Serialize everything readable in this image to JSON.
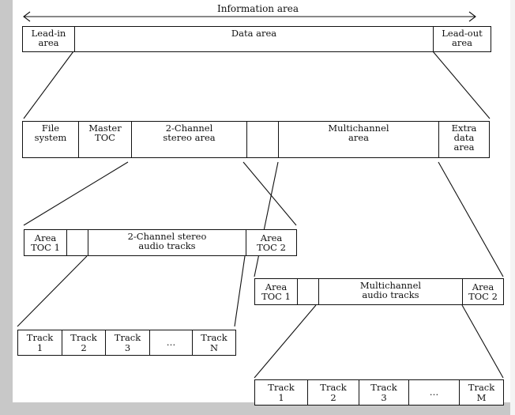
{
  "title": "Information area",
  "rows": {
    "disc": [
      "Lead-in\narea",
      "Data area",
      "Lead-out\narea"
    ],
    "data": [
      "File\nsystem",
      "Master\nTOC",
      "2-Channel\nstereo area",
      "",
      "Multichannel\narea",
      "Extra\ndata\narea"
    ],
    "stereo": [
      "Area\nTOC 1",
      "",
      "2-Channel stereo\naudio tracks",
      "Area\nTOC 2"
    ],
    "multi": [
      "Area\nTOC 1",
      "",
      "Multichannel\naudio tracks",
      "Area\nTOC 2"
    ],
    "stereo_tracks": [
      "Track\n1",
      "Track\n2",
      "Track\n3",
      "…",
      "Track\nN"
    ],
    "multi_tracks": [
      "Track\n1",
      "Track\n2",
      "Track\n3",
      "…",
      "Track\nM"
    ]
  }
}
